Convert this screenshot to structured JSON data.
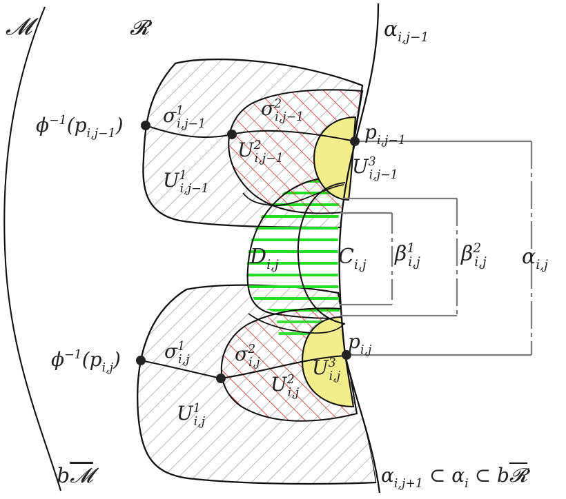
{
  "labels": {
    "M": {
      "main": "𝓜"
    },
    "R": {
      "main": "𝓡"
    },
    "alpha_top": {
      "main": "α",
      "sub": "i,j−1"
    },
    "alpha_bottom": {
      "main": "α",
      "sub": "i,j+1",
      "tail": " ⊂ α",
      "tail_sub": "i",
      "tail2": " ⊂ b",
      "tail_over": "𝓡"
    },
    "bM": {
      "pre": "b",
      "over": "𝓜"
    },
    "phi_top": {
      "pre": "ϕ",
      "sup": "−1",
      "mid": "(p",
      "sub": "i,j−1",
      "post": ")"
    },
    "phi_bottom": {
      "pre": "ϕ",
      "sup": "−1",
      "mid": "(p",
      "sub": "i,j",
      "post": ")"
    },
    "sigma1_top": {
      "main": "σ",
      "sup": "1",
      "sub": "i,j−1"
    },
    "sigma2_top": {
      "main": "σ",
      "sup": "2",
      "sub": "i,j−1"
    },
    "U2_top": {
      "main": "U",
      "sup": "2",
      "sub": "i,j−1"
    },
    "U1_top": {
      "main": "U",
      "sup": "1",
      "sub": "i,j−1"
    },
    "p_top": {
      "main": "p",
      "sub": "i,j−1"
    },
    "U3_top": {
      "main": "U",
      "sup": "3",
      "sub": "i,j−1"
    },
    "D": {
      "main": "D",
      "sub": "i,j"
    },
    "C": {
      "main": "C",
      "sub": "i,j"
    },
    "beta1": {
      "main": "β",
      "sup": "1",
      "sub": "i,j"
    },
    "beta2": {
      "main": "β",
      "sup": "2",
      "sub": "i,j"
    },
    "alpha_ij": {
      "main": "α",
      "sub": "i,j"
    },
    "p_bottom": {
      "main": "p",
      "sub": "i,j"
    },
    "sigma1_bottom": {
      "main": "σ",
      "sup": "1",
      "sub": "i,j"
    },
    "sigma2_bottom": {
      "main": "σ",
      "sup": "2",
      "sub": "i,j"
    },
    "U2_bottom": {
      "main": "U",
      "sup": "2",
      "sub": "i,j"
    },
    "U3_bottom": {
      "main": "U",
      "sup": "3",
      "sub": "i,j"
    },
    "U1_bottom": {
      "main": "U",
      "sup": "1",
      "sub": "i,j"
    }
  },
  "colors": {
    "gray_hatch": "#a8a8a8",
    "red_hatch": "#e3262a",
    "green_stripe": "#22dd22",
    "yellow_fill": "#f3ee8c",
    "bracket": "#7a7a7a",
    "outline": "#111111"
  }
}
